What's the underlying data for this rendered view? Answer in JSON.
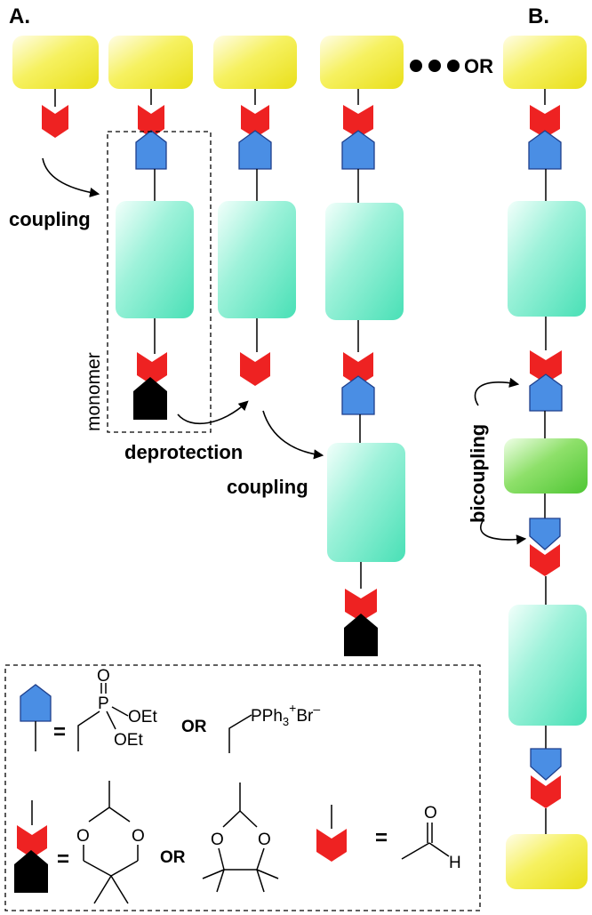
{
  "panels": {
    "a": "A.",
    "b": "B."
  },
  "labels": {
    "coupling_1": "coupling",
    "deprotection": "deprotection",
    "coupling_2": "coupling",
    "monomer": "monomer",
    "bicoupling": "bicoupling",
    "top_or": "OR"
  },
  "legend": {
    "phosphonate_p": "P",
    "phosphonate_o": "O",
    "phosphonate_oet1": "OEt",
    "phosphonate_oet2": "OEt",
    "or_1": "OR",
    "phosphonium": "PPh",
    "phosphonium_sub": "3",
    "phosphonium_sup": "+",
    "phosphonium_anion": "Br",
    "phosphonium_anion_sup": "–",
    "dioxane_o1": "O",
    "dioxane_o2": "O",
    "or_2": "OR",
    "dioxolane_o1": "O",
    "dioxolane_o2": "O",
    "aldehyde_o": "O",
    "aldehyde_h": "H",
    "equals_1": "=",
    "equals_2": "=",
    "equals_3": "="
  },
  "colors": {
    "yellow": "#f4ef2e",
    "cyan": "#5fe8c2",
    "green": "#5ed445",
    "red": "#ee2222",
    "blue": "#4a8ee4",
    "black": "#000000"
  }
}
